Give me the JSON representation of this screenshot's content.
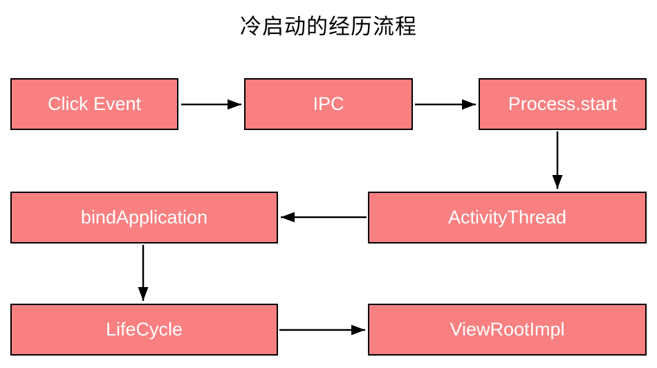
{
  "title": "冷启动的经历流程",
  "colors": {
    "background": "#FFFFFF",
    "node_fill": "#F98081",
    "node_border": "#000000",
    "node_text": "#FFFFFF",
    "arrow": "#000000"
  },
  "nodes": [
    {
      "id": "click-event",
      "label": "Click Event"
    },
    {
      "id": "ipc",
      "label": "IPC"
    },
    {
      "id": "process-start",
      "label": "Process.start"
    },
    {
      "id": "activity-thread",
      "label": "ActivityThread"
    },
    {
      "id": "bind-application",
      "label": "bindApplication"
    },
    {
      "id": "life-cycle",
      "label": "LifeCycle"
    },
    {
      "id": "view-root-impl",
      "label": "ViewRootImpl"
    }
  ],
  "edges": [
    {
      "from": "Click Event",
      "to": "IPC",
      "direction": "right"
    },
    {
      "from": "IPC",
      "to": "Process.start",
      "direction": "right"
    },
    {
      "from": "Process.start",
      "to": "ActivityThread",
      "direction": "down"
    },
    {
      "from": "ActivityThread",
      "to": "bindApplication",
      "direction": "left"
    },
    {
      "from": "bindApplication",
      "to": "LifeCycle",
      "direction": "down"
    },
    {
      "from": "LifeCycle",
      "to": "ViewRootImpl",
      "direction": "right"
    }
  ]
}
